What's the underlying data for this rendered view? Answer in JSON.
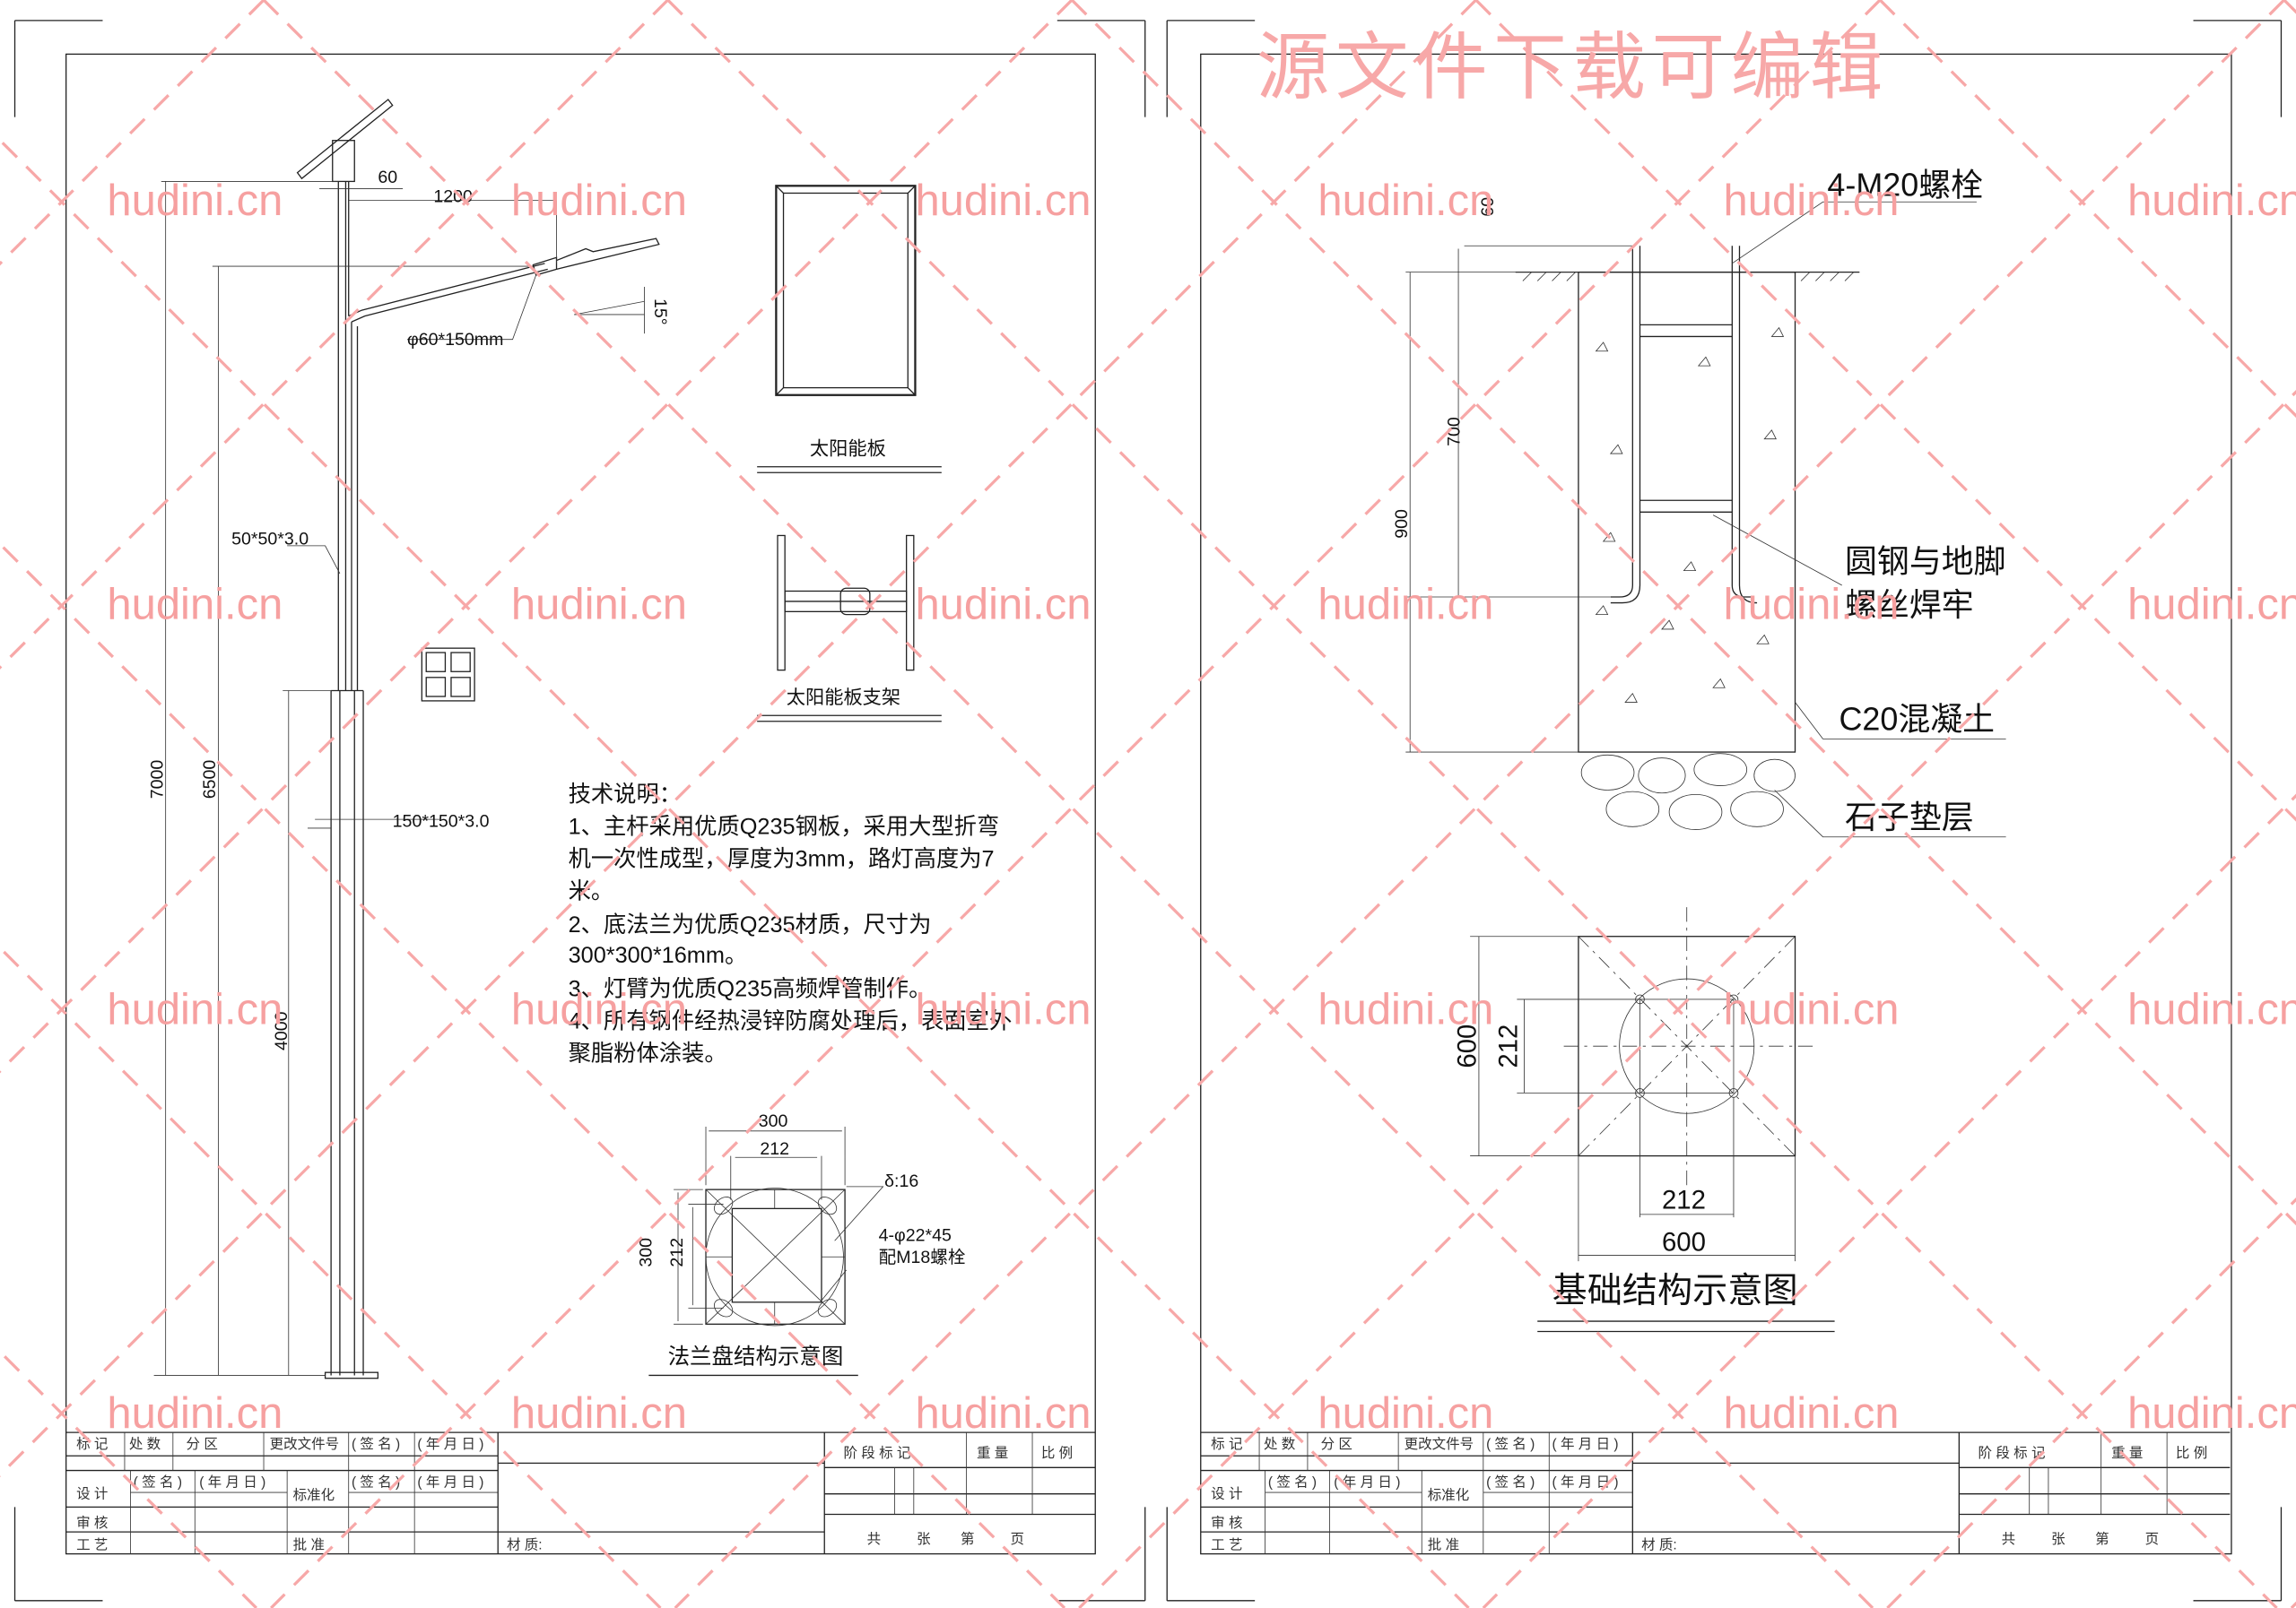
{
  "watermark": {
    "banner": "源文件下载可编辑",
    "site": "hudini.cn",
    "color": "#f6a0a0"
  },
  "left_sheet": {
    "pole": {
      "dim_top_width": "60",
      "dim_arm_length": "1200",
      "lamp_sleeve": "φ60*150mm",
      "arm_angle": "15°",
      "upper_section": "50*50*3.0",
      "lower_section": "150*150*3.0",
      "height_total": "7000",
      "height_lamp": "6500",
      "height_lower": "4000"
    },
    "solar_panel_label": "太阳能板",
    "solar_bracket_label": "太阳能板支架",
    "tech_notes": [
      "技术说明：",
      "1、主杆采用优质Q235钢板，采用大型折弯",
      "机一次性成型，厚度为3mm，路灯高度为7",
      "米。",
      "2、底法兰为优质Q235材质，尺寸为",
      "300*300*16mm。",
      "3、灯臂为优质Q235高频焊管制作。",
      "4、所有钢件经热浸锌防腐处理后，表面室外",
      "聚脂粉体涂装。"
    ],
    "flange": {
      "outer": "300",
      "inner": "212",
      "outer_v": "300",
      "inner_v": "212",
      "thickness": "δ:16",
      "holes": "4-φ22*45",
      "bolts": "配M18螺栓",
      "title": "法兰盘结构示意图"
    }
  },
  "right_sheet": {
    "bolt_label": "4-M20螺栓",
    "dim_60": "60",
    "dim_700": "700",
    "dim_900": "900",
    "weld_label_1": "圆钢与地脚",
    "weld_label_2": "螺丝焊牢",
    "concrete_label": "C20混凝土",
    "gravel_label": "石子垫层",
    "plan": {
      "dim_600_v": "600",
      "dim_212_v": "212",
      "dim_212_h": "212",
      "dim_600_h": "600"
    },
    "title": "基础结构示意图"
  },
  "title_block": {
    "mark": "标 记",
    "count": "处 数",
    "zone": "分 区",
    "change_doc": "更改文件号",
    "sign": "( 签 名 )",
    "date": "( 年 月 日 )",
    "design": "设 计",
    "standard": "标准化",
    "review": "审 核",
    "process": "工 艺",
    "approve": "批 准",
    "material": "材 质:",
    "stage": "阶 段 标 记",
    "weight": "重 量",
    "scale": "比 例",
    "total": "共",
    "sheets": "张",
    "no": "第",
    "page": "页"
  }
}
